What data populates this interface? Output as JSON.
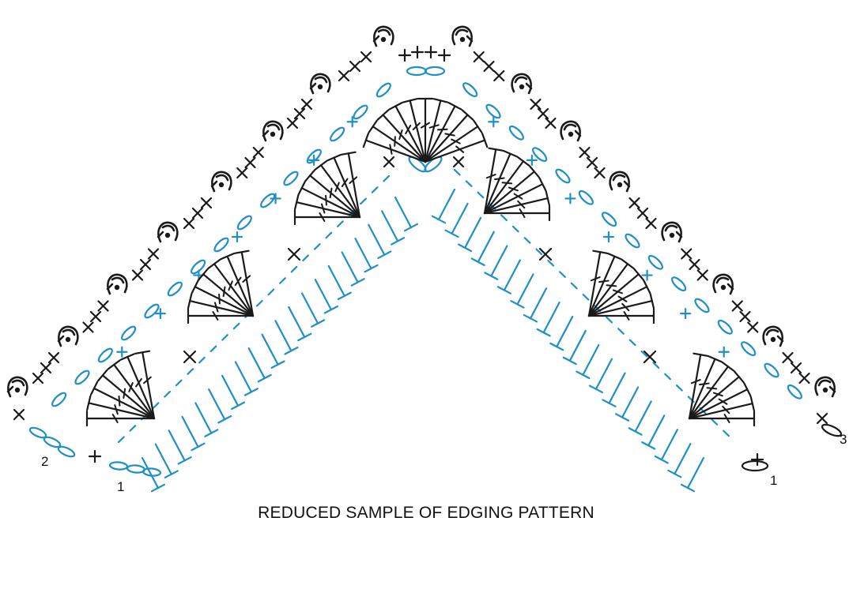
{
  "caption": "REDUCED SAMPLE OF EDGING PATTERN",
  "row_labels": {
    "left_outer": "2",
    "left_inner": "1",
    "right_inner": "1",
    "right_outer": "3"
  },
  "colors": {
    "black_stitches": "#1a1a1a",
    "blue_stitches": "#1f8fc8",
    "background": "#ffffff"
  },
  "legend_icons": [
    "chain-loop-icon",
    "single-crochet-icon",
    "double-crochet-icon",
    "picot-icon",
    "fan-shell-icon"
  ]
}
